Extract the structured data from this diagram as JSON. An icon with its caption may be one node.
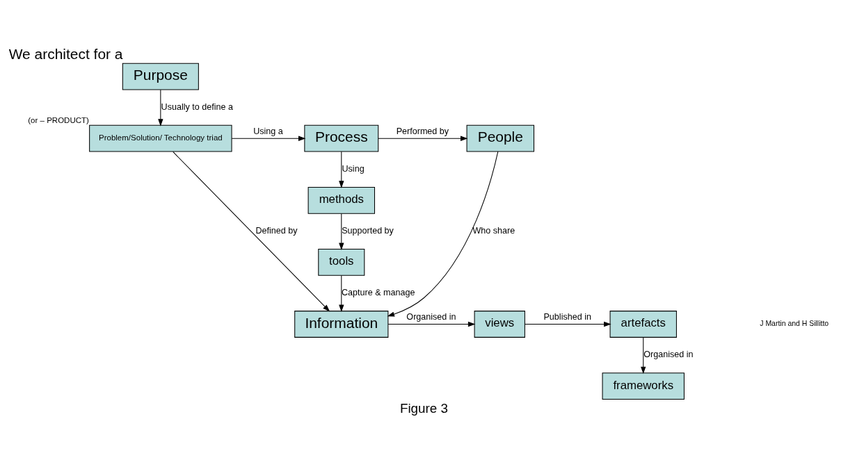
{
  "diagram": {
    "caption": "Figure 3",
    "nodes": [
      {
        "text": [
          "Purpose"
        ],
        "beside": [
          "We architect for a"
        ]
      },
      {
        "text": [
          "Problem/Solution/ Technology triad"
        ],
        "beside": [
          "(or – PRODUCT)"
        ]
      },
      {
        "text": [
          "Process"
        ]
      },
      {
        "text": [
          "People"
        ]
      },
      {
        "text": [
          "methods"
        ]
      },
      {
        "text": [
          "tools"
        ]
      },
      {
        "text": [
          "frameworks"
        ]
      },
      {
        "text": [
          "Information"
        ]
      },
      {
        "text": [
          "views"
        ]
      },
      {
        "text": [
          "artefacts"
        ]
      }
    ],
    "edges": [
      {
        "from": 0,
        "to": 1,
        "arrow": "to",
        "label": "Usually to define a"
      },
      {
        "from": 1,
        "to": 2,
        "arrow": "to",
        "label": "Using a"
      },
      {
        "from": 2,
        "to": 3,
        "arrow": "to",
        "label": "Performed by"
      },
      {
        "from": 2,
        "to": 4,
        "arrow": "to",
        "label": "Using"
      },
      {
        "from": 4,
        "to": 5,
        "arrow": "to",
        "label": "Supported by"
      },
      {
        "from": 5,
        "to": 7,
        "arrow": "to",
        "label": "Capture & manage"
      },
      {
        "from": 3,
        "to": 7,
        "arrow": "to",
        "label": "Who share"
      },
      {
        "from": 1,
        "to": 7,
        "arrow": "to",
        "label": "Defined by"
      },
      {
        "from": 7,
        "to": 8,
        "arrow": "to",
        "label": "Organised in"
      },
      {
        "from": 8,
        "to": 9,
        "arrow": "to",
        "label": "Published in"
      },
      {
        "from": 9,
        "to": 6,
        "arrow": "to",
        "label": "Organised in"
      }
    ],
    "labels": [
      "J Martin and H Sillitto"
    ]
  }
}
